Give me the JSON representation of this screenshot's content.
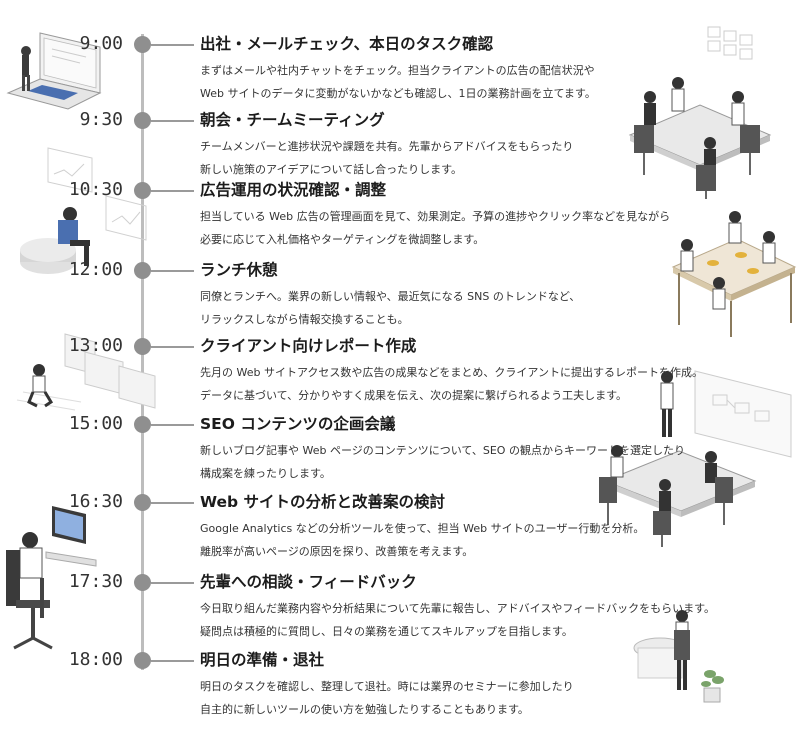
{
  "schedule": [
    {
      "time": "9:00",
      "title": "出社・メールチェック、本日のタスク確認",
      "lines": [
        "まずはメールや社内チャットをチェック。担当クライアントの広告の配信状況や",
        "Web サイトのデータに変動がないかなども確認し、1日の業務計画を立てます。"
      ]
    },
    {
      "time": "9:30",
      "title": "朝会・チームミーティング",
      "lines": [
        "チームメンバーと進捗状況や課題を共有。先輩からアドバイスをもらったり",
        "新しい施策のアイデアについて話し合ったりします。"
      ]
    },
    {
      "time": "10:30",
      "title": "広告運用の状況確認・調整",
      "lines": [
        "担当している Web 広告の管理画面を見て、効果測定。予算の進捗やクリック率などを見ながら",
        "必要に応じて入札価格やターゲティングを微調整します。"
      ]
    },
    {
      "time": "12:00",
      "title": "ランチ休憩",
      "lines": [
        "同僚とランチへ。業界の新しい情報や、最近気になる SNS のトレンドなど、",
        "リラックスしながら情報交換することも。"
      ]
    },
    {
      "time": "13:00",
      "title": "クライアント向けレポート作成",
      "lines": [
        "先月の Web サイトアクセス数や広告の成果などをまとめ、クライアントに提出するレポートを作成。",
        "データに基づいて、分かりやすく成果を伝え、次の提案に繋げられるよう工夫します。"
      ]
    },
    {
      "time": "15:00",
      "title": "SEO コンテンツの企画会議",
      "lines": [
        "新しいブログ記事や Web ページのコンテンツについて、SEO の観点からキーワードを選定したり",
        "構成案を練ったりします。"
      ]
    },
    {
      "time": "16:30",
      "title": "Web サイトの分析と改善案の検討",
      "lines": [
        "Google Analytics などの分析ツールを使って、担当 Web サイトのユーザー行動を分析。",
        "離脱率が高いページの原因を探り、改善策を考えます。"
      ]
    },
    {
      "time": "17:30",
      "title": "先輩への相談・フィードバック",
      "lines": [
        "今日取り組んだ業務内容や分析結果について先輩に報告し、アドバイスやフィードバックをもらいます。",
        "疑問点は積極的に質問し、日々の業務を通じてスキルアップを目指します。"
      ]
    },
    {
      "time": "18:00",
      "title": "明日の準備・退社",
      "lines": [
        "明日のタスクを確認し、整理して退社。時には業界のセミナーに参加したり",
        "自主的に新しいツールの使い方を勉強したりすることもあります。"
      ]
    }
  ]
}
